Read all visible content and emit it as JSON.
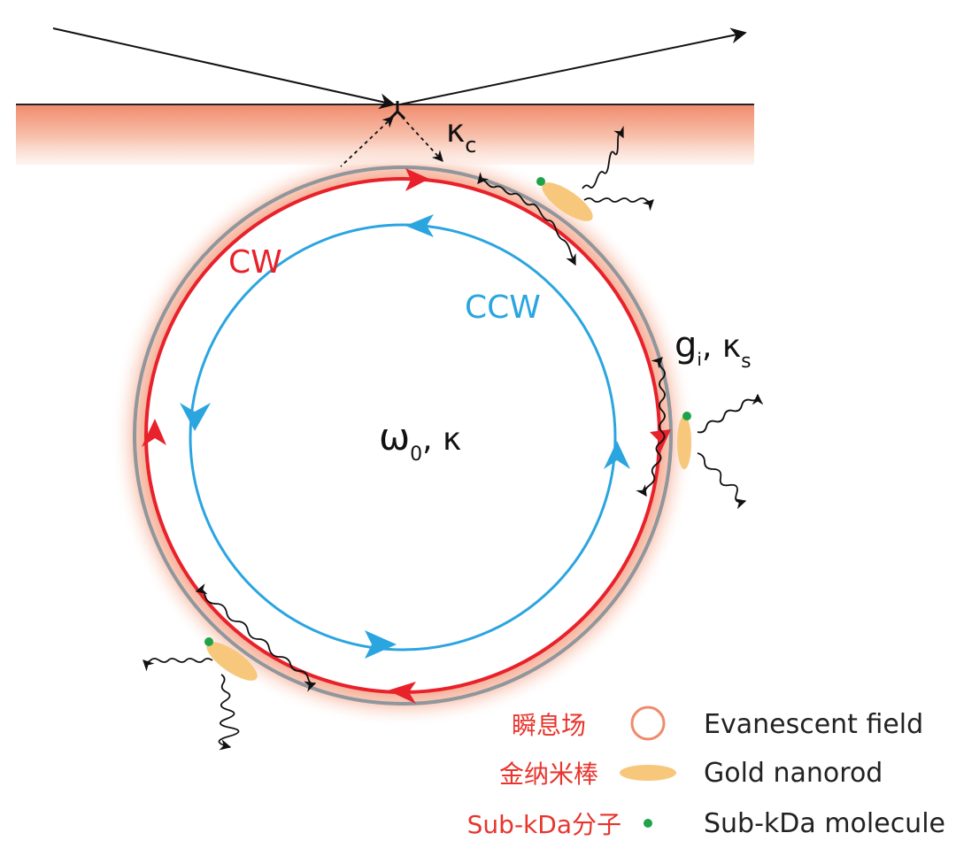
{
  "labels": {
    "kappa_c_main": "κ",
    "kappa_c_sub": "c",
    "cw": "CW",
    "ccw": "CCW",
    "center_omega": "ω",
    "center_sub": "0",
    "center_rest": ", κ",
    "g_main": "g",
    "g_sub": "i",
    "g_sep": ", κ",
    "ks_sub": "s"
  },
  "legend": [
    {
      "cn": "瞬息场",
      "en": "Evanescent field",
      "symbol": "evanescent-field"
    },
    {
      "cn": "金纳米棒",
      "en": "Gold nanorod",
      "symbol": "gold-nanorod"
    },
    {
      "cn": "Sub-kDa分子",
      "en": "Sub-kDa molecule",
      "symbol": "sub-kda-molecule"
    }
  ],
  "colors": {
    "cw": "#e8212b",
    "ccw": "#2aa5e0",
    "ring": "#8f969c",
    "evanescent": "#f6a98e",
    "nanorod": "#f7c77c",
    "molecule": "#1fa34a",
    "legend_cn": "#e8352e"
  }
}
